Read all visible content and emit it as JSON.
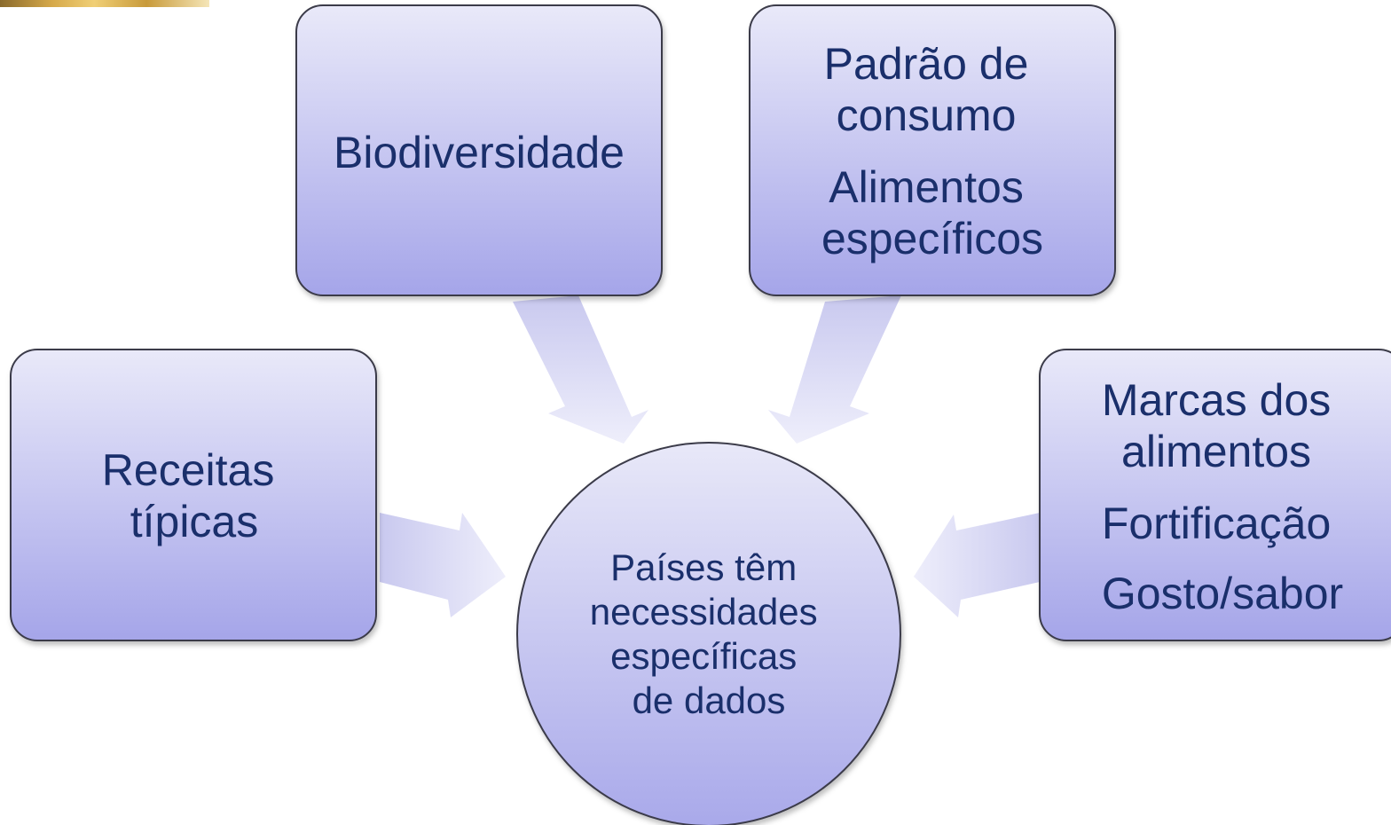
{
  "center": {
    "lines": [
      "Países têm",
      "necessidades",
      "específicas",
      "de dados"
    ]
  },
  "nodes": {
    "biodiversidade": {
      "lines": [
        "Biodiversidade"
      ]
    },
    "padrao": {
      "lines": [
        "Padrão de",
        "consumo",
        "Alimentos",
        "específicos"
      ]
    },
    "receitas": {
      "lines": [
        "Receitas",
        "típicas"
      ]
    },
    "marcas": {
      "lines": [
        "Marcas dos",
        "alimentos",
        "Fortificação",
        "Gosto/sabor"
      ]
    }
  },
  "colors": {
    "box_top": "#e8e8f8",
    "box_bottom": "#a7a7ea",
    "box_border": "#3b3b4a",
    "arrow": "#d9d9f3",
    "text": "#1a2f6b"
  }
}
